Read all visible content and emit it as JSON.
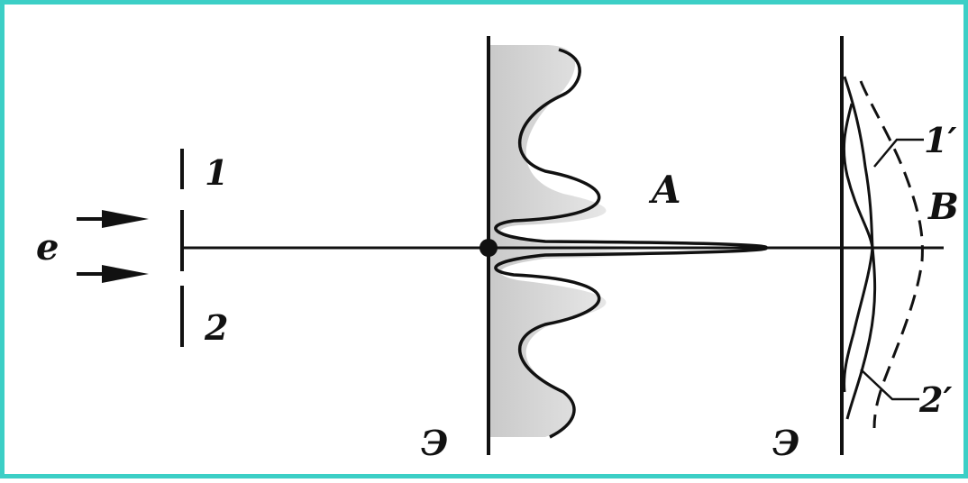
{
  "diagram": {
    "border_color": "#3ccfc6",
    "labels": {
      "electrons": "e",
      "slit_1": "1",
      "slit_2": "2",
      "pattern_a": "A",
      "pattern_b": "B",
      "curve_1": "1′",
      "curve_2": "2′",
      "screen_left": "Э",
      "screen_right": "Э"
    }
  }
}
